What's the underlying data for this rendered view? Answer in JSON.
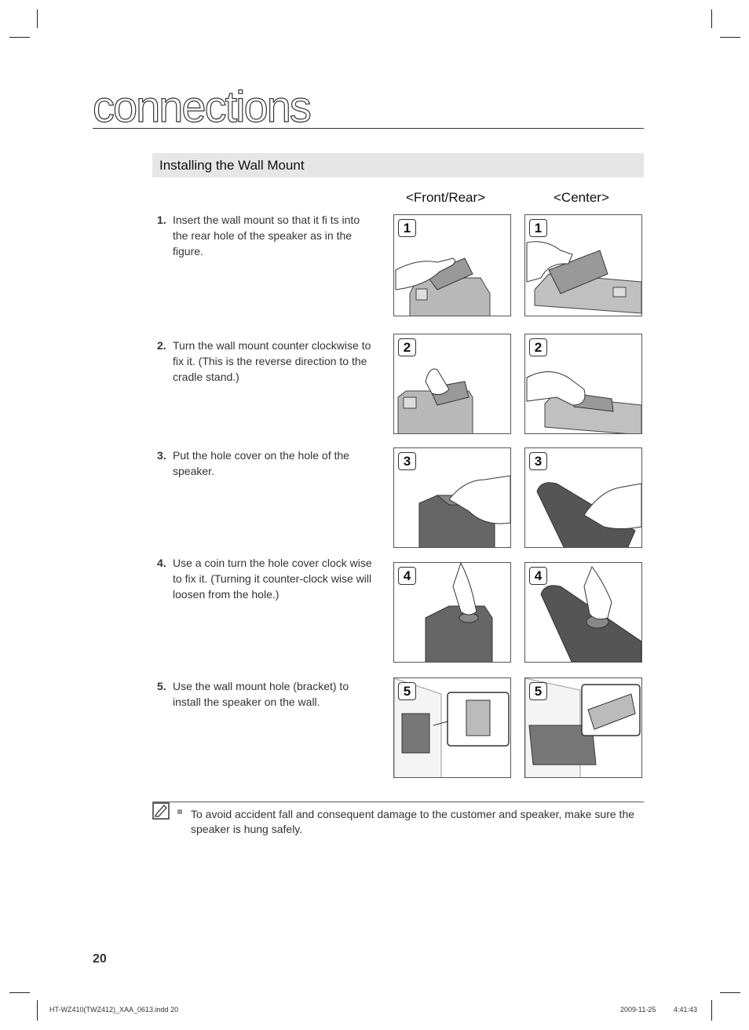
{
  "chapter": "connections",
  "section_title": "Installing the Wall Mount",
  "columns": {
    "front_rear": "<Front/Rear>",
    "center": "<Center>"
  },
  "steps": [
    {
      "num": "1.",
      "text": "Insert the wall mount so that it fi ts into the rear hole of the speaker as in the figure.",
      "badge": "1"
    },
    {
      "num": "2.",
      "text": "Turn the wall mount counter clockwise to fix it. (This is the reverse direction to the cradle stand.)",
      "badge": "2"
    },
    {
      "num": "3.",
      "text": "Put the hole cover on the hole of the speaker.",
      "badge": "3"
    },
    {
      "num": "4.",
      "text": "Use a coin turn the hole cover clock wise to fix it. (Turning it counter-clock wise will loosen from the hole.)",
      "badge": "4"
    },
    {
      "num": "5.",
      "text": "Use the wall mount hole (bracket) to install the speaker on the wall.",
      "badge": "5"
    }
  ],
  "note": "To avoid accident fall and consequent damage to the customer and speaker, make sure the speaker is hung safely.",
  "page_number": "20",
  "footer": {
    "file": "HT-WZ410(TWZ412)_XAA_0613.indd   20",
    "date": "2009-11-25",
    "time": "4:41:43"
  }
}
